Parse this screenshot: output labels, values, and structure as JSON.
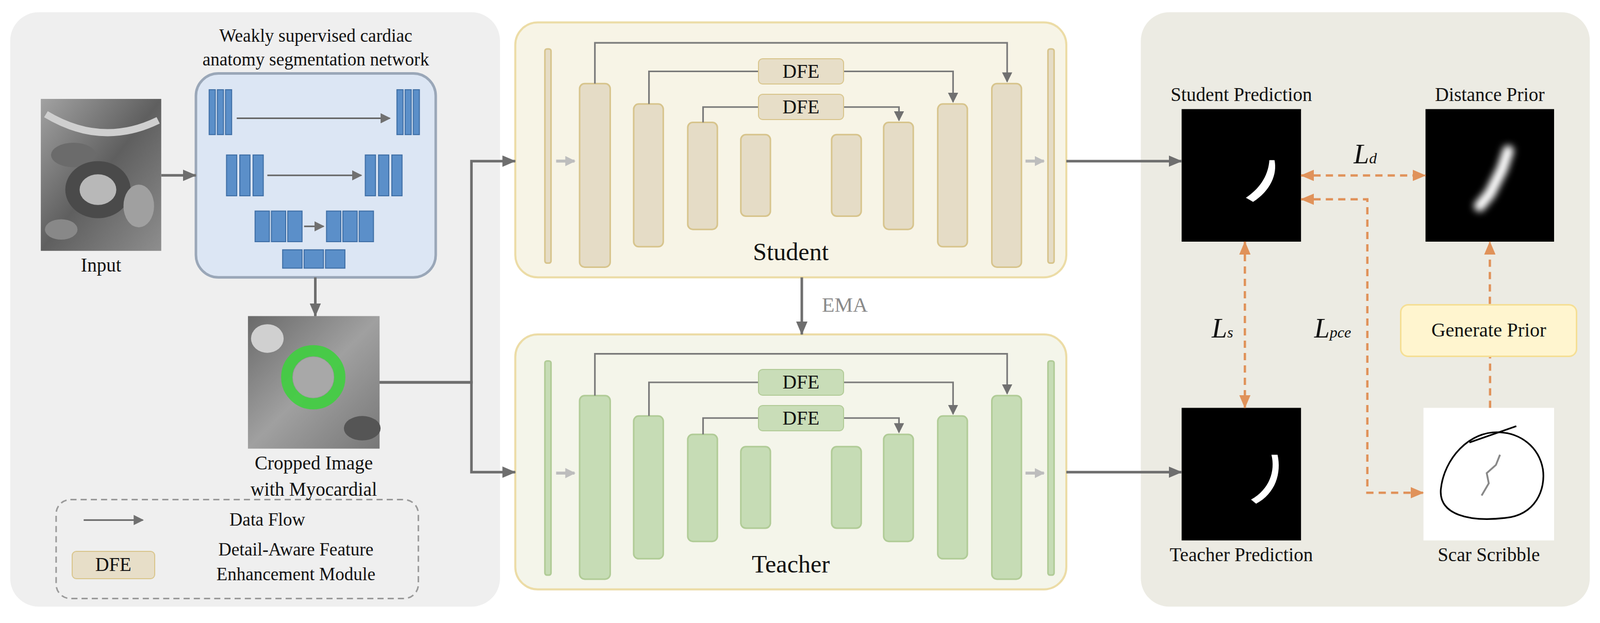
{
  "diagram": {
    "nodes": [
      {
        "text": [
          "Input"
        ]
      },
      {
        "text": [
          "Weakly supervised cardiac anatomy segmentation network"
        ]
      },
      {
        "text": [
          "Cropped Image with Myocardial"
        ]
      },
      {
        "text": [
          "Student"
        ]
      },
      {
        "text": [
          "DFE"
        ],
        "in": 3
      },
      {
        "text": [
          "DFE"
        ],
        "in": 3
      },
      {
        "text": [
          "Teacher"
        ]
      },
      {
        "text": [
          "DFE"
        ],
        "in": 6
      },
      {
        "text": [
          "DFE"
        ],
        "in": 6
      },
      {
        "text": [
          "Student Prediction"
        ]
      },
      {
        "text": [
          "Distance Prior"
        ]
      },
      {
        "text": [
          "Generate Prior"
        ]
      },
      {
        "text": [
          "Teacher Prediction"
        ]
      },
      {
        "text": [
          "Scar Scribble"
        ]
      }
    ],
    "edges": [
      {
        "from": 0,
        "to": 1,
        "arrow": "to"
      },
      {
        "from": 1,
        "to": 2,
        "arrow": "to"
      },
      {
        "from": 2,
        "to": 3,
        "arrow": "to"
      },
      {
        "from": 2,
        "to": 6,
        "arrow": "to"
      },
      {
        "from": 3,
        "to": 6,
        "label": "EMA",
        "arrow": "to"
      },
      {
        "from": 3,
        "to": 9,
        "arrow": "to"
      },
      {
        "from": 6,
        "to": 12,
        "arrow": "to"
      },
      {
        "from": 9,
        "to": 10,
        "label": "Ld",
        "arrow": "both"
      },
      {
        "from": 9,
        "to": 12,
        "label": "Ls",
        "arrow": "both"
      },
      {
        "from": 9,
        "to": 13,
        "label": "Lpce",
        "arrow": "both"
      },
      {
        "from": 13,
        "to": 11,
        "arrow": "none"
      },
      {
        "from": 11,
        "to": 10,
        "arrow": "to"
      }
    ],
    "labels": [
      "DFE"
    ],
    "legend": [
      {
        "text": "Data Flow"
      },
      {
        "text": "Detail-Aware Feature Enhancement Module",
        "color": "#e7dec8"
      }
    ]
  }
}
